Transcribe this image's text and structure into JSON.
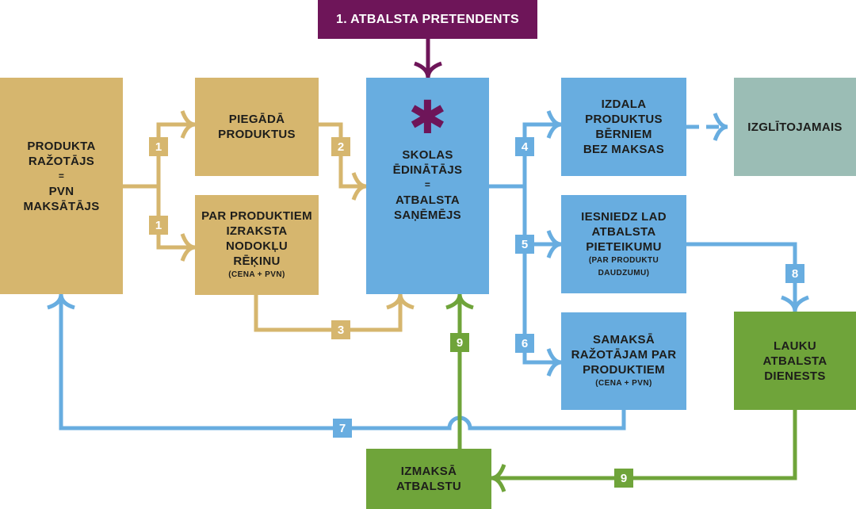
{
  "colors": {
    "tan": "#d6b66e",
    "blue": "#68ade0",
    "green": "#6fa43a",
    "purple": "#6e1559",
    "teal": "#9bbdb5"
  },
  "pretendent": {
    "text": "1. ATBALSTA PRETENDENTS"
  },
  "razotajs": {
    "lines": [
      "PRODUKTA",
      "RAŽOTĀJS",
      "=",
      "PVN",
      "MAKSĀTĀJS"
    ]
  },
  "piegada": {
    "lines": [
      "PIEGĀDĀ",
      "PRODUKTUS"
    ]
  },
  "rekins": {
    "lines": [
      "PAR PRODUKTIEM",
      "IZRAKSTA",
      "NODOKĻU",
      "RĒĶINU"
    ],
    "small": "(CENA + PVN)"
  },
  "edinatajs": {
    "icon": "asterisk-icon",
    "symbol": "✱",
    "lines": [
      "SKOLAS",
      "ĒDINĀTĀJS",
      "=",
      "ATBALSTA",
      "SAŅĒMĒJS"
    ]
  },
  "izdala": {
    "lines": [
      "IZDALA",
      "PRODUKTUS",
      "BĒRNIEM",
      "BEZ MAKSAS"
    ]
  },
  "izglitojamais": {
    "lines": [
      "IZGLĪTOJAMAIS"
    ]
  },
  "iesniedz": {
    "lines": [
      "IESNIEDZ LAD",
      "ATBALSTA",
      "PIETEIKUMU"
    ],
    "small": [
      "(PAR PRODUKTU",
      "DAUDZUMU)"
    ]
  },
  "samaksa": {
    "lines": [
      "SAMAKSĀ",
      "RAŽOTĀJAM PAR",
      "PRODUKTIEM"
    ],
    "small": "(CENA + PVN)"
  },
  "lad": {
    "lines": [
      "LAUKU",
      "ATBALSTA",
      "DIENESTS"
    ]
  },
  "izmaksa": {
    "lines": [
      "IZMAKSĀ",
      "ATBALSTU"
    ]
  },
  "badges": {
    "b1a": "1",
    "b1b": "1",
    "b2": "2",
    "b3": "3",
    "b4": "4",
    "b5": "5",
    "b6": "6",
    "b7": "7",
    "b8": "8",
    "b9a": "9",
    "b9b": "9"
  }
}
